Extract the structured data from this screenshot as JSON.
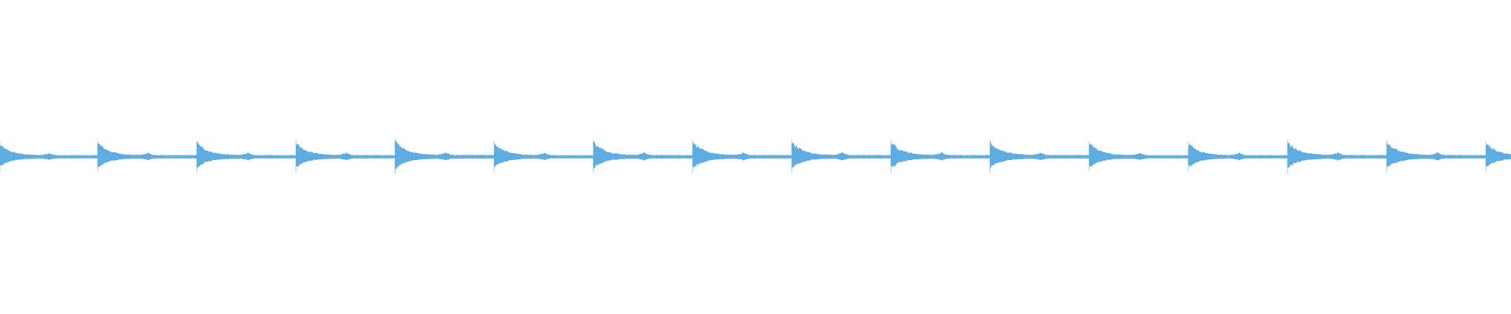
{
  "waveform": {
    "color": "#5dade2",
    "background": "#ffffff",
    "beats": [
      {
        "strength": 0.95
      },
      {
        "strength": 1.0
      },
      {
        "strength": 1.0
      },
      {
        "strength": 1.0
      },
      {
        "strength": 1.1
      },
      {
        "strength": 0.95
      },
      {
        "strength": 1.05
      },
      {
        "strength": 1.05
      },
      {
        "strength": 1.05
      },
      {
        "strength": 1.05
      },
      {
        "strength": 1.05
      },
      {
        "strength": 0.95
      },
      {
        "strength": 0.95
      },
      {
        "strength": 1.05
      },
      {
        "strength": 1.05
      },
      {
        "strength": 0.95
      }
    ],
    "accent_profile": "decaying-transient"
  }
}
